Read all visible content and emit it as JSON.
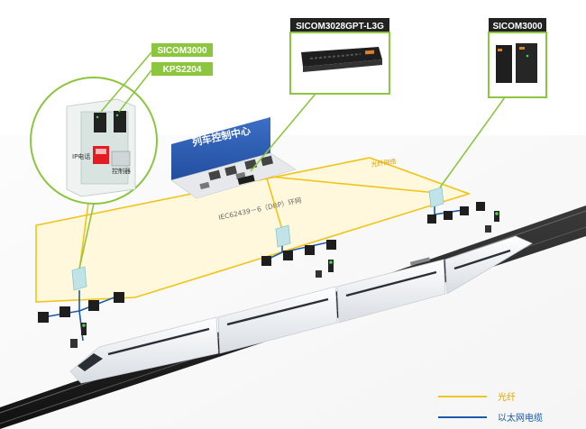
{
  "callouts": {
    "sicom3000_left": "SICOM3000",
    "kps2204": "KPS2204",
    "sicom3028": "SICOM3028GPT-L3G",
    "sicom3000_right": "SICOM3000"
  },
  "control_center": "列车控制中心",
  "cabinet": {
    "ip_phone": "IP电话",
    "controller": "控制器"
  },
  "ring_label": "IEC62439－6（DRP）环网",
  "fiber_network_label": "光纤网络",
  "legend": {
    "fiber": "光纤",
    "ethernet": "以太网电缆"
  },
  "colors": {
    "callout_green": "#8cc63f",
    "callout_dark": "#222222",
    "fiber_yellow": "#f0c419",
    "ethernet_blue": "#1a5aa8",
    "control_center_blue": "#2f5fb3"
  }
}
